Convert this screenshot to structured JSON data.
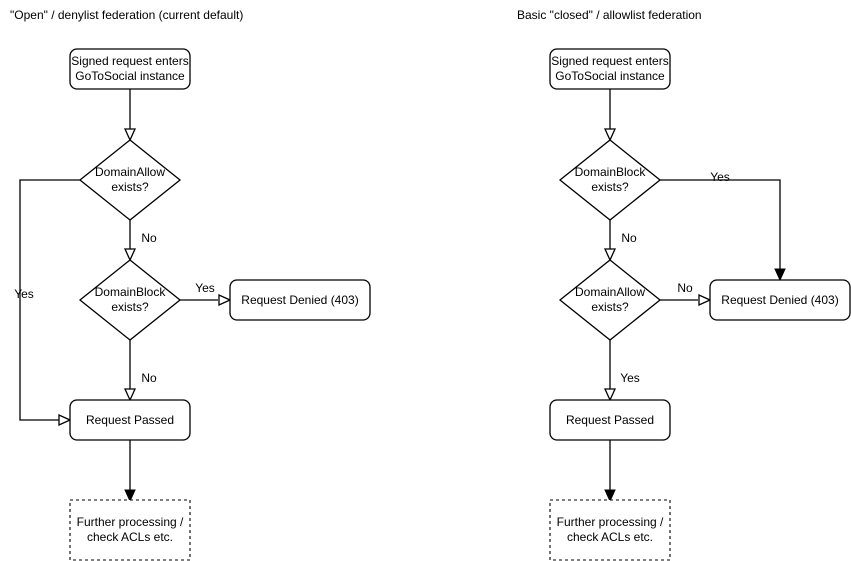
{
  "colors": {
    "background": "#ffffff",
    "stroke": "#000000",
    "text": "#000000"
  },
  "left_flow": {
    "title": "\"Open\" / denylist federation (current default)",
    "nodes": {
      "start_line1": "Signed request enters",
      "start_line2": "GoToSocial instance",
      "decision1_line1": "DomainAllow",
      "decision1_line2": "exists?",
      "decision2_line1": "DomainBlock",
      "decision2_line2": "exists?",
      "denied": "Request Denied (403)",
      "passed": "Request Passed",
      "further_line1": "Further processing /",
      "further_line2": "check ACLs etc."
    },
    "edge_labels": {
      "decision1_no": "No",
      "decision1_yes": "Yes",
      "decision2_yes": "Yes",
      "decision2_no": "No"
    }
  },
  "right_flow": {
    "title": "Basic \"closed\" / allowlist federation",
    "nodes": {
      "start_line1": "Signed request enters",
      "start_line2": "GoToSocial instance",
      "decision1_line1": "DomainBlock",
      "decision1_line2": "exists?",
      "decision2_line1": "DomainAllow",
      "decision2_line2": "exists?",
      "denied": "Request Denied (403)",
      "passed": "Request Passed",
      "further_line1": "Further processing /",
      "further_line2": "check ACLs etc."
    },
    "edge_labels": {
      "decision1_yes": "Yes",
      "decision1_no": "No",
      "decision2_no": "No",
      "decision2_yes": "Yes"
    }
  }
}
